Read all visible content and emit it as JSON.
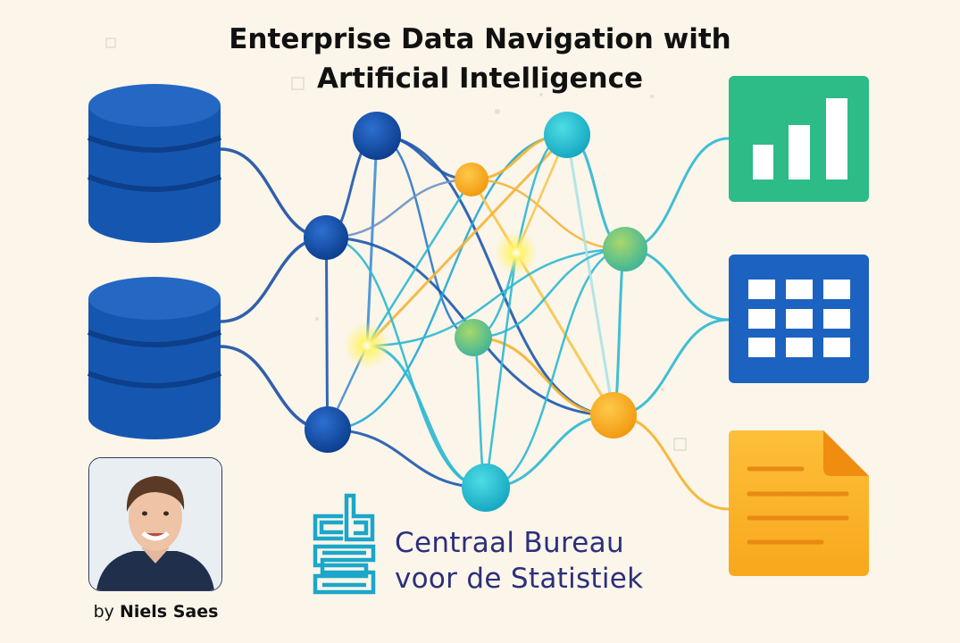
{
  "title_line1": "Enterprise Data Navigation with",
  "title_line2": "Artificial Intelligence",
  "byline_prefix": "by",
  "author_name": "Niels Saes",
  "org_line1": "Centraal Bureau",
  "org_line2": "voor de Statistiek",
  "org_logo_text": "cbs",
  "colors": {
    "background": "#fbf5ea",
    "database_blue": "#1558b0",
    "node_dark_blue": "#0f4fa8",
    "node_orange": "#f7ad22",
    "node_teal": "#22c0cf",
    "node_green": "#63c08a",
    "chart_card": "#2dbb88",
    "table_card": "#1c62c0",
    "document_card": "#fbb42a",
    "logo_teal": "#1aa7c9",
    "org_text": "#2c2f7a"
  },
  "icons": {
    "database": "database-icon",
    "bar_chart": "bar-chart-icon",
    "table": "table-grid-icon",
    "document": "document-icon"
  }
}
